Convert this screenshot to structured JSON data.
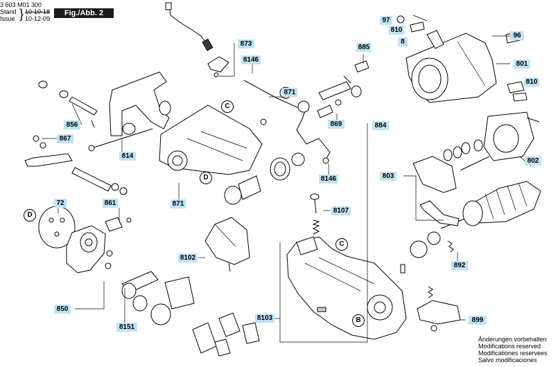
{
  "header": {
    "doc_number": "3 603 M01 300",
    "stand_label": "Stand",
    "stand_date_old": "10-10-18",
    "issue_label": "Issue",
    "issue_date": "10-12-09",
    "figure_label": "Fig./Abb. 2"
  },
  "part_labels": {
    "p97": "97",
    "p810a": "810",
    "p8": "8",
    "p96": "96",
    "p801": "801",
    "p810b": "810",
    "p873": "873",
    "p885": "885",
    "p8146a": "8146",
    "p871a": "871",
    "p884": "884",
    "p856": "856",
    "p867": "867",
    "p814": "814",
    "p869": "869",
    "p8146b": "8146",
    "p803": "803",
    "p802": "802",
    "p72": "72",
    "p861": "861",
    "p871b": "871",
    "p8107": "8107",
    "p8102": "8102",
    "p892": "892",
    "p850": "850",
    "p8151": "8151",
    "p8103": "8103",
    "p899": "899"
  },
  "callouts": {
    "c1": "C",
    "d1": "D",
    "d2": "D",
    "c2": "C",
    "b1": "B"
  },
  "footer_notes": [
    "Änderungen vorbehalten",
    "Modifications reserved",
    "Modificationes reservees",
    "Salvo modificaciones"
  ],
  "colors": {
    "label_fill": "#bfe3f4",
    "badge_fill": "#1b1b1b",
    "ink": "#000000"
  }
}
